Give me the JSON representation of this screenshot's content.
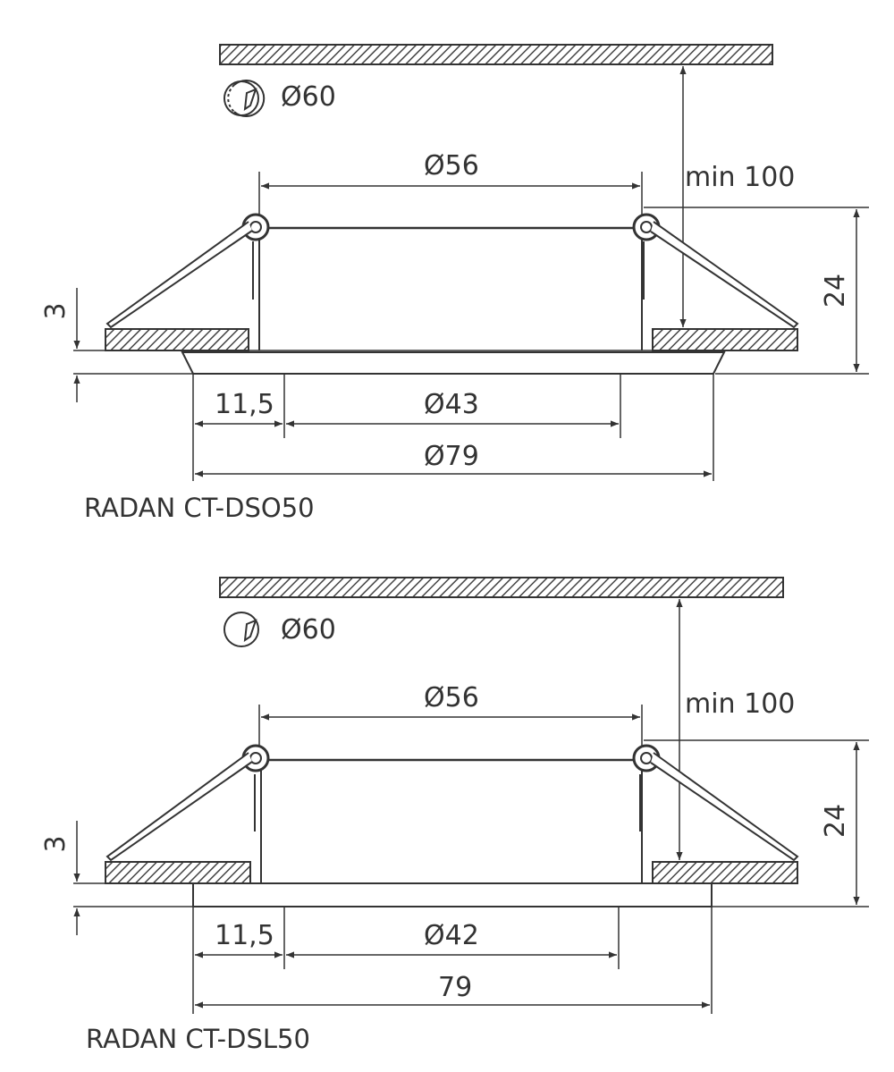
{
  "drawings": [
    {
      "model": "RADAN CT-DSO50",
      "cutout": "Ø60",
      "top_width": "Ø56",
      "min_clearance": "min 100",
      "height": "24",
      "ceiling_thickness": "3",
      "offset": "11,5",
      "inner": "Ø43",
      "outer": "Ø79"
    },
    {
      "model": "RADAN CT-DSL50",
      "cutout": "Ø60",
      "top_width": "Ø56",
      "min_clearance": "min 100",
      "height": "24",
      "ceiling_thickness": "3",
      "offset": "11,5",
      "inner": "Ø42",
      "outer": "79"
    }
  ],
  "colors": {
    "line": "#333333",
    "background": "#ffffff"
  }
}
